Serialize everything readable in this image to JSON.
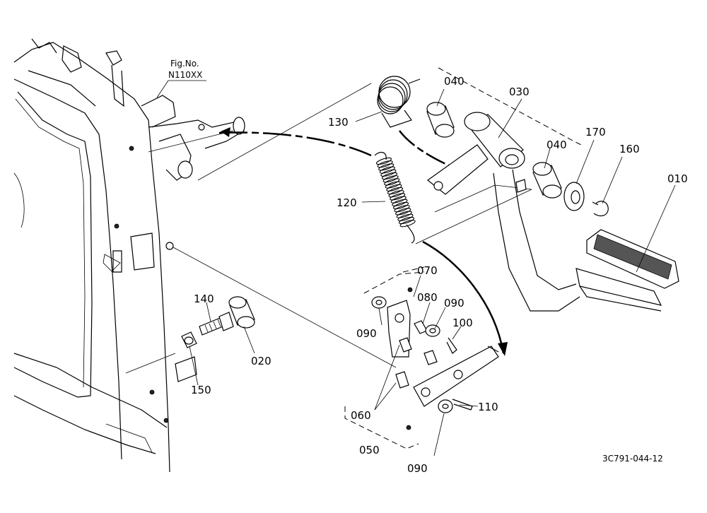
{
  "figure": {
    "fig_ref_label": "Fig.No.",
    "fig_ref_value": "N110XX",
    "code": "3C791-044-12"
  },
  "parts": {
    "p010": "010",
    "p020": "020",
    "p030": "030",
    "p040a": "040",
    "p040b": "040",
    "p050": "050",
    "p060": "060",
    "p070": "070",
    "p080": "080",
    "p090a": "090",
    "p090b": "090",
    "p090c": "090",
    "p100": "100",
    "p110": "110",
    "p120": "120",
    "p130": "130",
    "p140": "140",
    "p150": "150",
    "p160": "160",
    "p170": "170"
  }
}
